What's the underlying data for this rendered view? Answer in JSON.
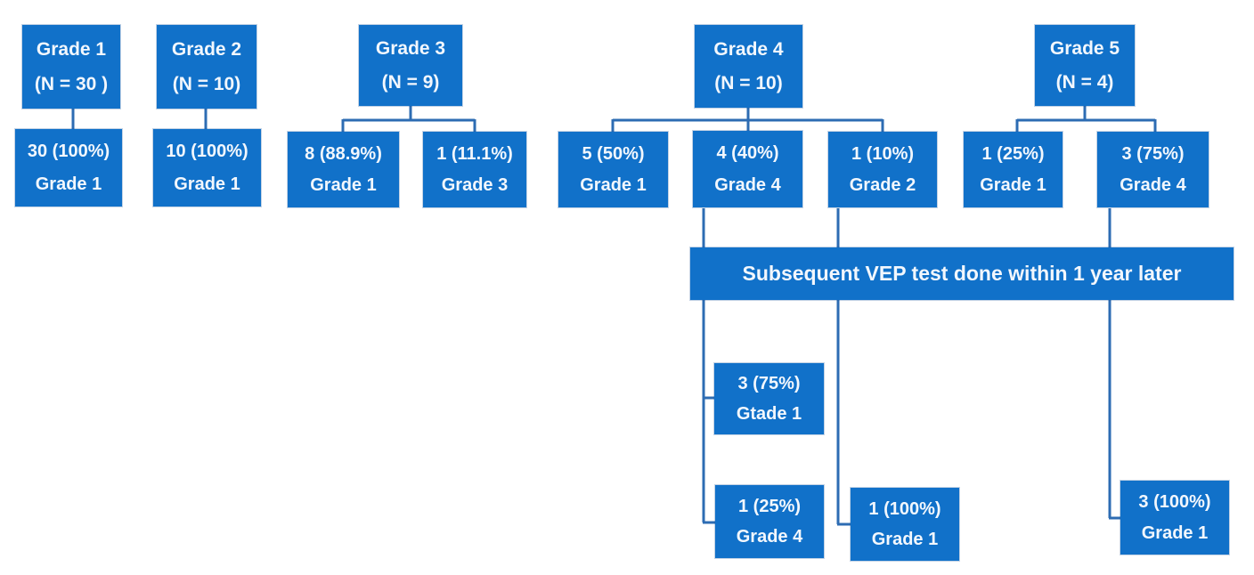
{
  "colors": {
    "box_fill": "#1171c9",
    "connector": "#2d6cb3",
    "text": "#f2f7fd",
    "background": "#ffffff"
  },
  "banner": {
    "label": "Subsequent VEP test done within 1 year later"
  },
  "nodes": {
    "parents": [
      {
        "line1": "Grade 1",
        "line2": "(N = 30 )"
      },
      {
        "line1": "Grade 2",
        "line2": "(N = 10)"
      },
      {
        "line1": "Grade 3",
        "line2": "(N = 9)"
      },
      {
        "line1": "Grade 4",
        "line2": "(N = 10)"
      },
      {
        "line1": "Grade 5",
        "line2": "(N = 4)"
      }
    ],
    "outcomes": [
      {
        "line1": "30 (100%)",
        "line2": "Grade 1"
      },
      {
        "line1": "10 (100%)",
        "line2": "Grade 1"
      },
      {
        "line1": "8 (88.9%)",
        "line2": "Grade 1"
      },
      {
        "line1": "1 (11.1%)",
        "line2": "Grade 3"
      },
      {
        "line1": "5 (50%)",
        "line2": "Grade 1"
      },
      {
        "line1": "4 (40%)",
        "line2": "Grade 4"
      },
      {
        "line1": "1 (10%)",
        "line2": "Grade 2"
      },
      {
        "line1": "1 (25%)",
        "line2": "Grade 1"
      },
      {
        "line1": "3 (75%)",
        "line2": "Grade 4"
      }
    ],
    "followups": [
      {
        "line1": "3 (75%)",
        "line2": "Gtade 1"
      },
      {
        "line1": "1 (25%)",
        "line2": "Grade 4"
      },
      {
        "line1": "1 (100%)",
        "line2": "Grade 1"
      },
      {
        "line1": "3 (100%)",
        "line2": "Grade 1"
      }
    ]
  }
}
